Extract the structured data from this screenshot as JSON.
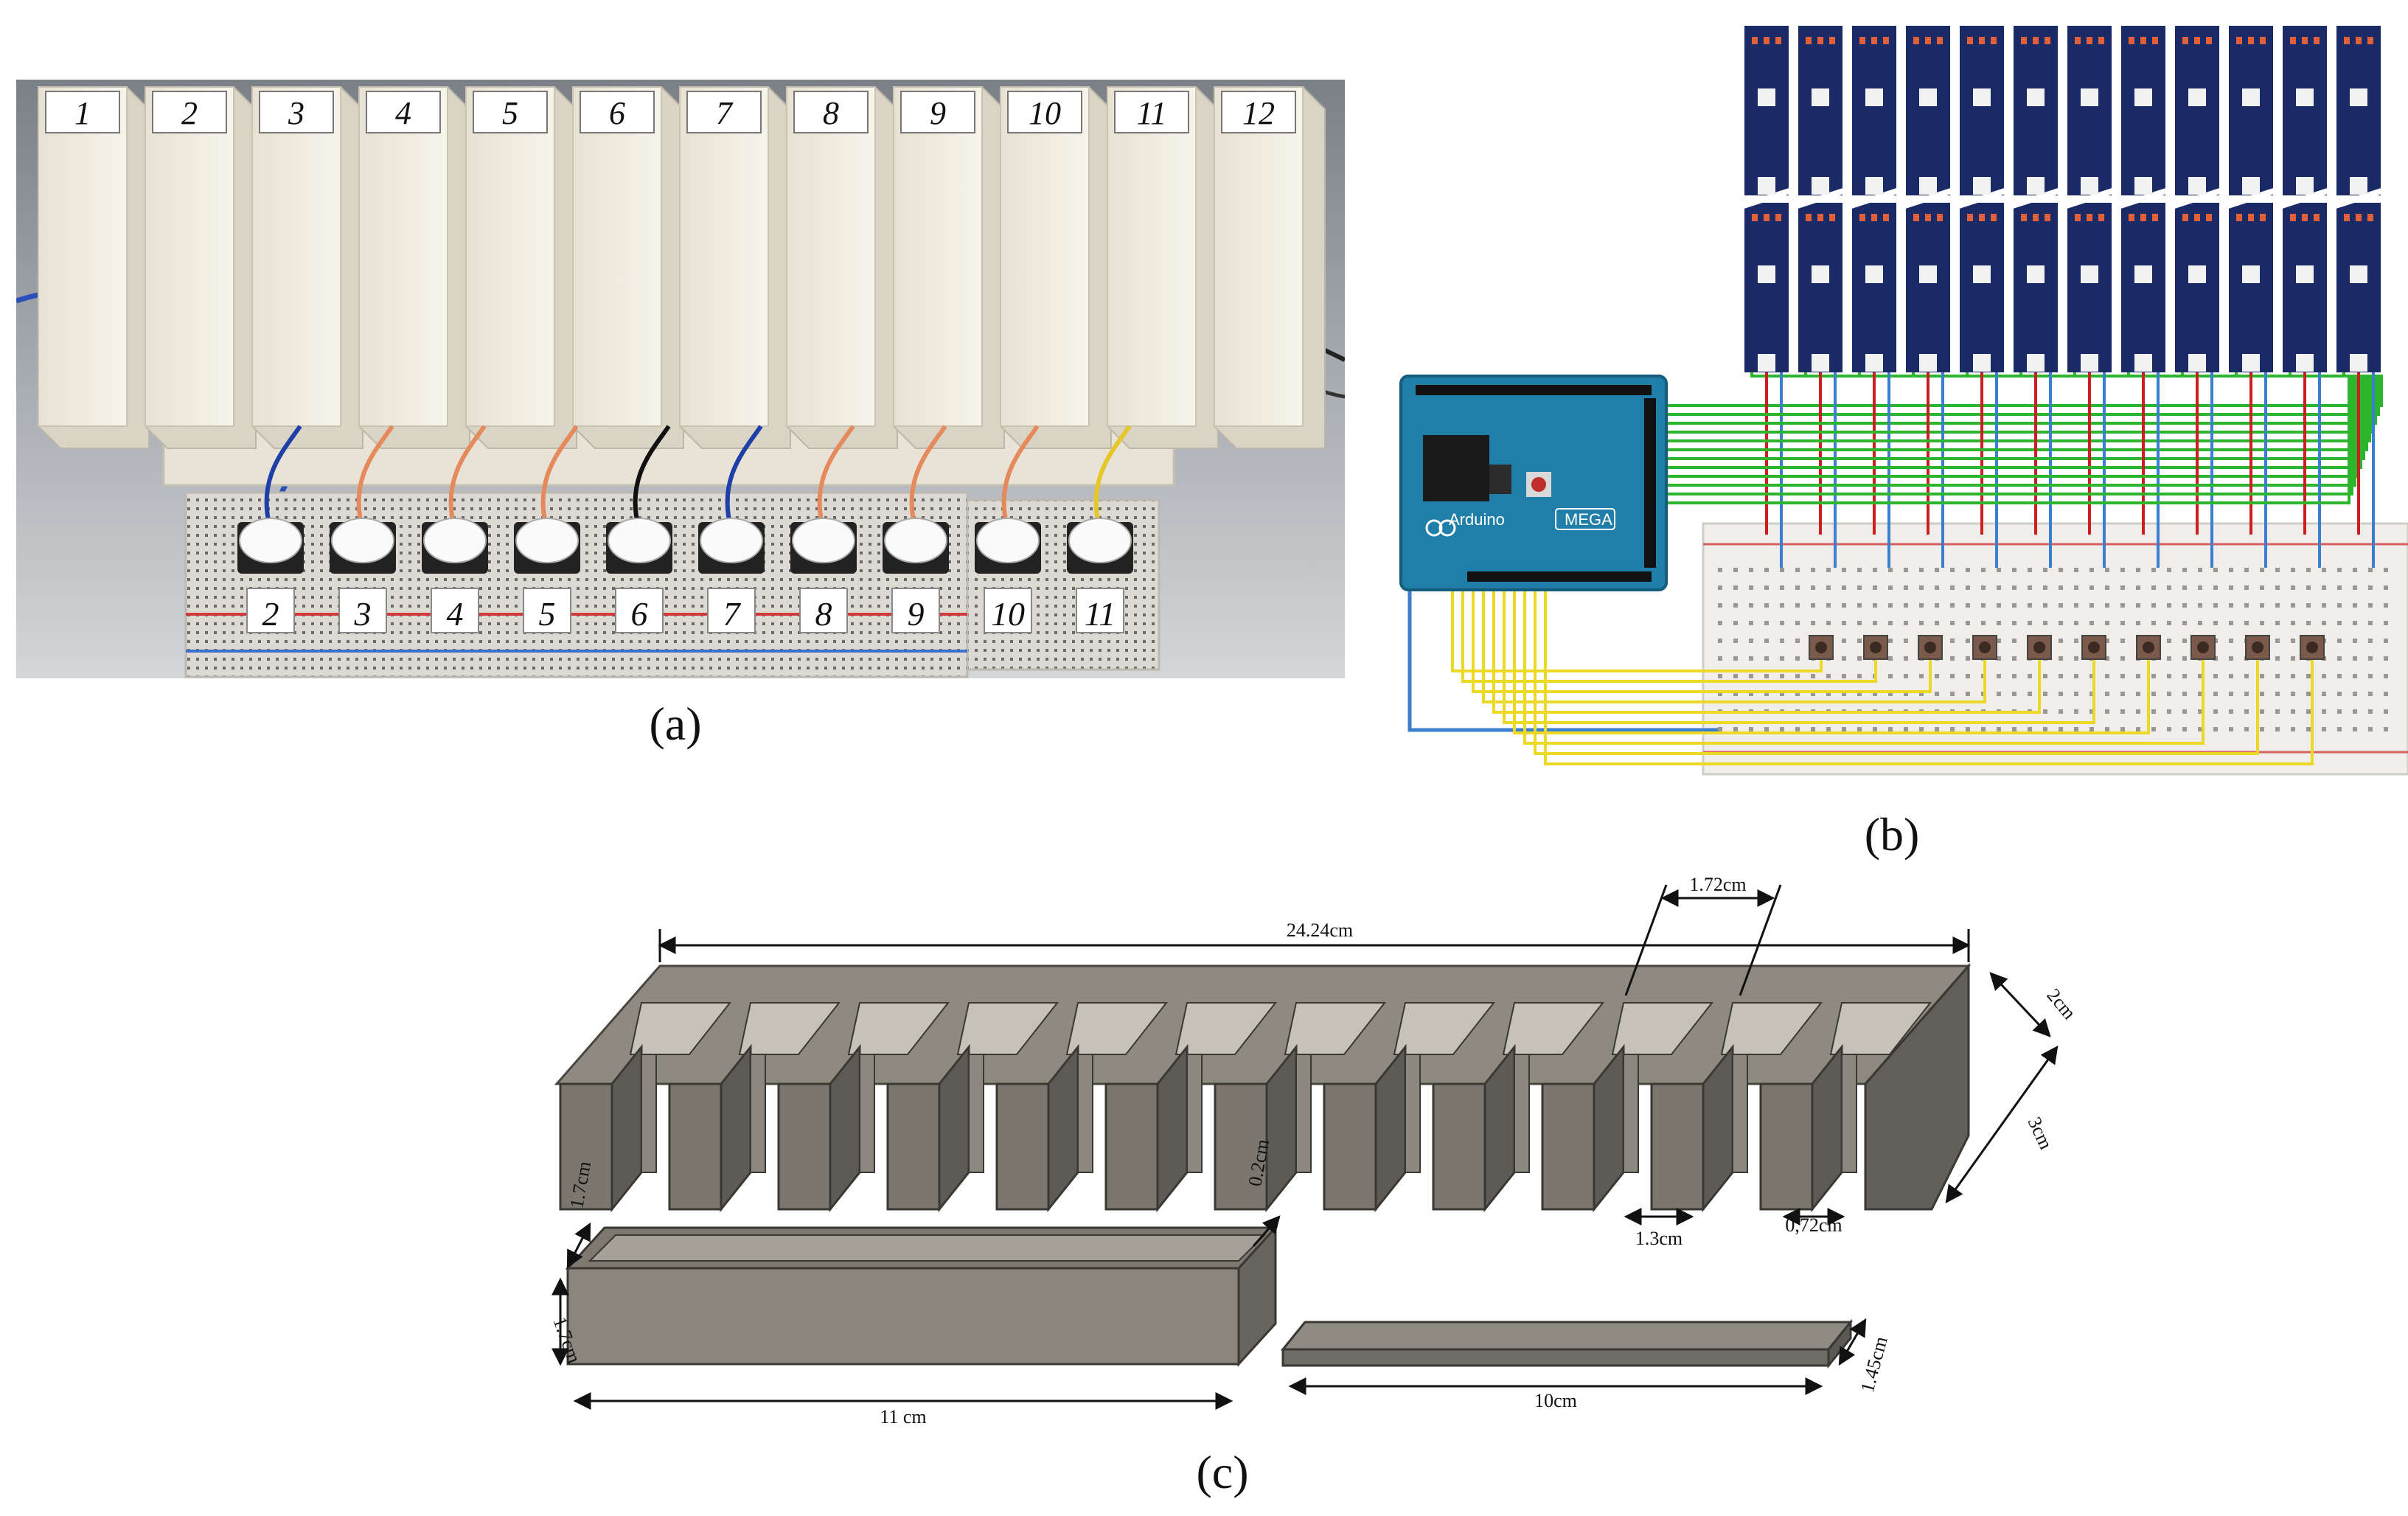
{
  "captions": {
    "a": "(a)",
    "b": "(b)",
    "c": "(c)"
  },
  "panel_a": {
    "column_numbers": [
      "1",
      "2",
      "3",
      "4",
      "5",
      "6",
      "7",
      "8",
      "9",
      "10",
      "11",
      "12"
    ],
    "button_numbers": [
      "2",
      "3",
      "4",
      "5",
      "6",
      "7",
      "8",
      "9",
      "10",
      "11"
    ]
  },
  "panel_b": {
    "board_brand": "Arduino",
    "board_model": "MEGA",
    "strip_count": 12,
    "button_count": 10
  },
  "panel_c": {
    "dimensions": {
      "total_length": "24.24cm",
      "slot_pitch": "1.72cm",
      "depth": "2cm",
      "height": "3cm",
      "slot_width": "1.3cm",
      "wall_width": "0,72cm",
      "box_height_1": "1.7cm",
      "box_height_2": "1.7cm",
      "wall_thickness": "0.2cm",
      "box_length": "11 cm",
      "lid_length": "10cm",
      "lid_width": "1.45cm"
    }
  },
  "colors": {
    "plastic": "#efeade",
    "board_blue": "#1f7fa8",
    "strip_navy": "#1a2a66",
    "wire_green": "#2db52d",
    "wire_red": "#cc2020",
    "wire_blue": "#3a7fd0",
    "wire_yellow": "#ecd925",
    "cad_gray": "#807c72"
  }
}
